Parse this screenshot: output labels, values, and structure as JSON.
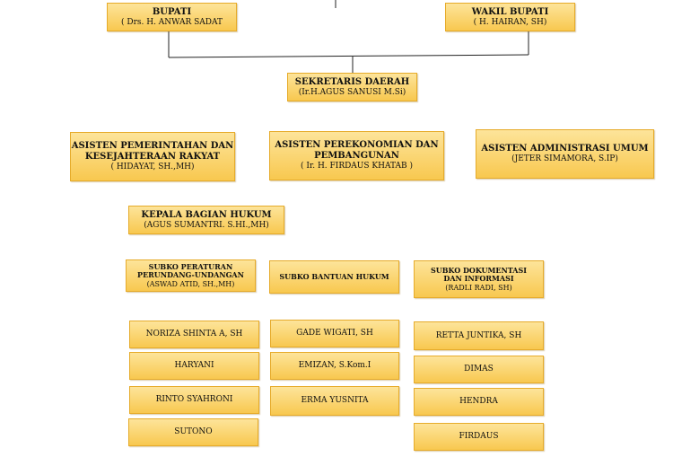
{
  "top": {
    "bupati": {
      "title": "BUPATI",
      "name": "( Drs. H. ANWAR SADAT"
    },
    "wakil": {
      "title": "WAKIL BUPATI",
      "name": "( H. HAIRAN, SH)"
    },
    "sekda": {
      "title": "SEKRETARIS DAERAH",
      "name": "(Ir.H.AGUS SANUSI M.Si)"
    }
  },
  "asisten": [
    {
      "title_lines": [
        "ASISTEN PEMERINTAHAN DAN",
        "KESEJAHTERAAN RAKYAT"
      ],
      "name": "( HIDAYAT, SH.,MH)"
    },
    {
      "title_lines": [
        "ASISTEN PEREKONOMIAN DAN",
        "PEMBANGUNAN"
      ],
      "name": "( Ir. H. FIRDAUS KHATAB )"
    },
    {
      "title_lines": [
        "ASISTEN ADMINISTRASI UMUM"
      ],
      "name": "(JETER SIMAMORA, S.IP)"
    }
  ],
  "kabag": {
    "title": "KEPALA BAGIAN HUKUM",
    "name": "(AGUS SUMANTRI. S.HI.,MH)"
  },
  "subko": [
    {
      "title_lines": [
        "SUBKO PERATURAN",
        "PERUNDANG-UNDANGAN"
      ],
      "name": "(ASWAD ATID, SH.,MH)"
    },
    {
      "title_lines": [
        "SUBKO BANTUAN HUKUM"
      ],
      "name": ""
    },
    {
      "title_lines": [
        "SUBKO DOKUMENTASI",
        "DAN INFORMASI"
      ],
      "name": "(RADLI RADI, SH)"
    }
  ],
  "staff": [
    [
      "NORIZA SHINTA A, SH",
      "HARYANI",
      "RINTO SYAHRONI",
      "SUTONO"
    ],
    [
      "GADE WIGATI, SH",
      "EMIZAN, S.Kom.I",
      "ERMA YUSNITA"
    ],
    [
      "RETTA JUNTIKA, SH",
      "DIMAS",
      "HENDRA",
      "FIRDAUS"
    ]
  ]
}
